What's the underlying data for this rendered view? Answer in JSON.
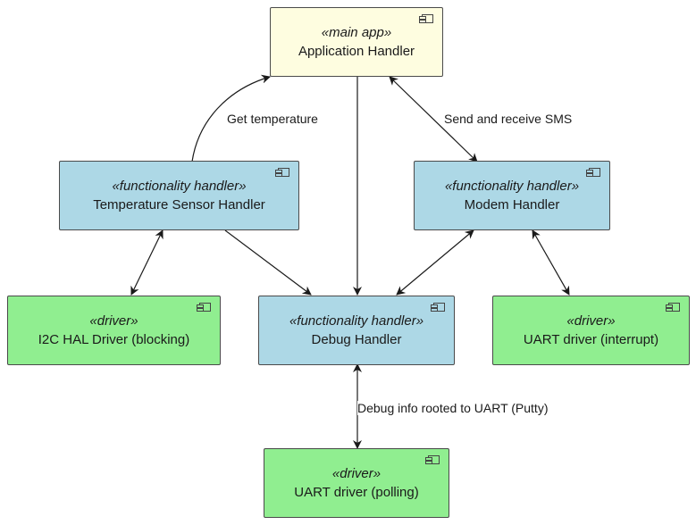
{
  "nodes": {
    "application_handler": {
      "stereotype": "«main app»",
      "label": "Application Handler",
      "fill": "#fefde0"
    },
    "temperature_sensor_handler": {
      "stereotype": "«functionality handler»",
      "label": "Temperature Sensor Handler",
      "fill": "#add8e6"
    },
    "modem_handler": {
      "stereotype": "«functionality handler»",
      "label": "Modem Handler",
      "fill": "#add8e6"
    },
    "i2c_hal_driver": {
      "stereotype": "«driver»",
      "label": "I2C HAL Driver (blocking)",
      "fill": "#90ee90"
    },
    "debug_handler": {
      "stereotype": "«functionality handler»",
      "label": "Debug Handler",
      "fill": "#add8e6"
    },
    "uart_driver_interrupt": {
      "stereotype": "«driver»",
      "label": "UART driver (interrupt)",
      "fill": "#90ee90"
    },
    "uart_driver_polling": {
      "stereotype": "«driver»",
      "label": "UART driver (polling)",
      "fill": "#90ee90"
    }
  },
  "edges": {
    "get_temperature": "Get temperature",
    "send_receive_sms": "Send and receive SMS",
    "debug_info": "Debug info rooted to UART (Putty)"
  },
  "colors": {
    "arrow": "#1a1a1a",
    "border": "#4a4a4a"
  }
}
